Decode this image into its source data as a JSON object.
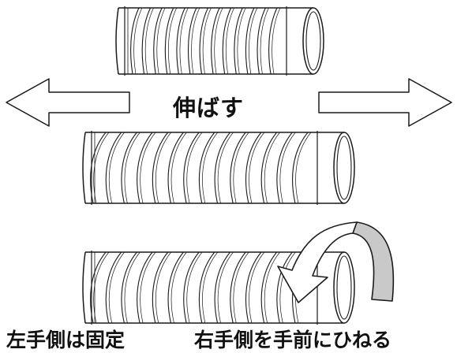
{
  "labels": {
    "stretch": "伸ばす",
    "left_fixed": "左手側は固定",
    "right_twist": "右手側を手前にひねる"
  },
  "colors": {
    "stroke": "#1a1a1a",
    "fill": "#ffffff",
    "twist_band": "#c9c9c9"
  },
  "icons": [
    "arrow-left-icon",
    "arrow-right-icon",
    "twist-arrow-icon"
  ]
}
